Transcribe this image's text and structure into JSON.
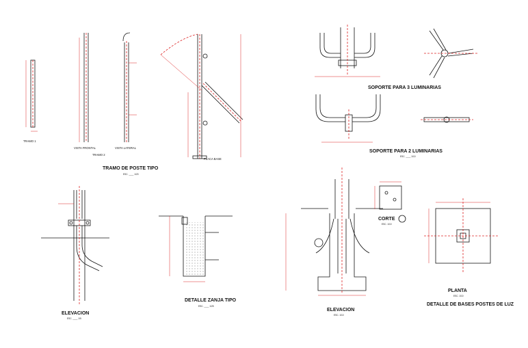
{
  "titles": {
    "tramo_poste": "TRAMO DE POSTE TIPO",
    "tramo_poste_scale": "ESC. ____ 1/20",
    "soporte3": "SOPORTE PARA 3 LUMINARIAS",
    "soporte2": "SOPORTE PARA 2 LUMINARIAS",
    "soporte_scale": "ESC. ____ 1/10",
    "elevacion": "ELEVACION",
    "elevacion_scale": "ESC. ____ 1/5",
    "detalle_zanja": "DETALLE ZANJA TIPO",
    "zanja_scale": "ESC. ____ 1/25",
    "elevacion_base": "ELEVACION",
    "elevacion_base_scale": "ESC. 1/10",
    "corte": "CORTE",
    "corte_scale": "ESC. 1/10",
    "planta": "PLANTA",
    "planta_scale": "ESC. 1/10",
    "detalle_bases": "DETALLE DE BASES POSTES DE LUZ"
  },
  "labels": {
    "tramo1": "TRAMO 1",
    "tramo2": "TRAMO 2",
    "vista_frontal": "VISTA FRONTAL",
    "vista_lateral": "VISTA LATERAL",
    "placa_base": "PLACA BASE"
  }
}
